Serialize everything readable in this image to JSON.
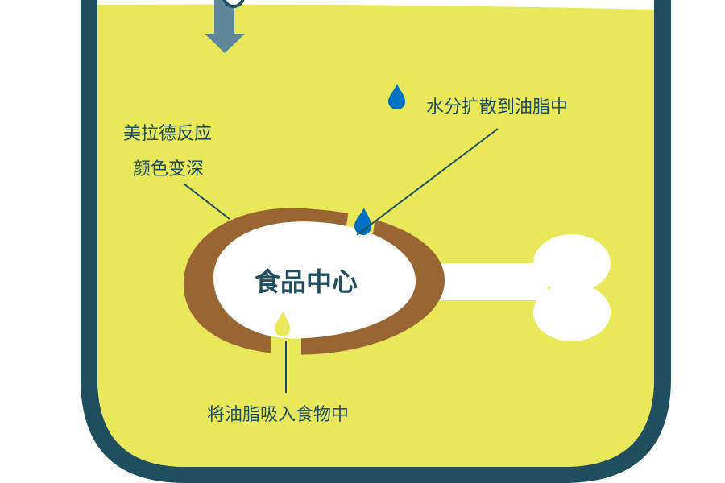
{
  "colors": {
    "pot_border": "#1f4e5f",
    "oil": "#e8e85a",
    "crust": "#996633",
    "food_interior": "#ffffff",
    "bone": "#ffffff",
    "arrow": "#5f8799",
    "water_drop": "#0070c0",
    "oil_drop": "#e8e85a",
    "text": "#1f4e5f"
  },
  "labels": {
    "maillard_line1": "美拉德反应",
    "maillard_line2": "颜色变深",
    "water_diffusion": "水分扩散到油脂中",
    "food_center": "食品中心",
    "oil_absorption": "将油脂吸入食物中"
  },
  "icons": {
    "down_arrow": "down-arrow-icon",
    "water_drop": "water-drop-icon",
    "oil_drop": "oil-drop-icon",
    "bone": "bone-icon"
  }
}
